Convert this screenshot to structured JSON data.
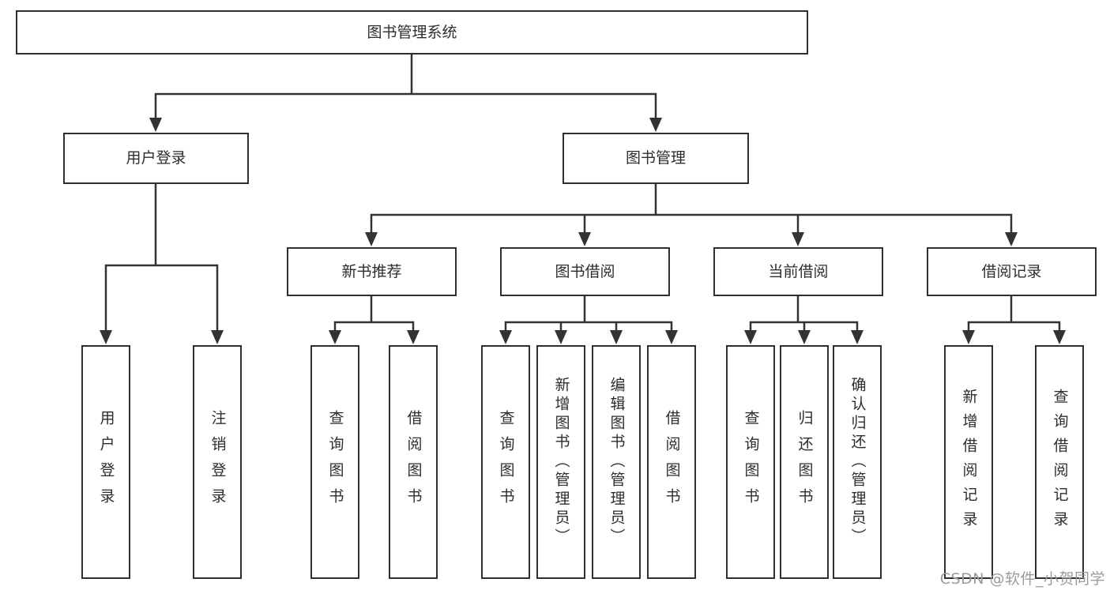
{
  "diagram": {
    "type": "tree",
    "root": {
      "label": "图书管理系统"
    },
    "branches": [
      {
        "label": "用户登录",
        "children": [
          {
            "label": "用户登录"
          },
          {
            "label": "注销登录"
          }
        ]
      },
      {
        "label": "图书管理",
        "children": [
          {
            "label": "新书推荐",
            "children": [
              {
                "label": "查询图书"
              },
              {
                "label": "借阅图书"
              }
            ]
          },
          {
            "label": "图书借阅",
            "children": [
              {
                "label": "查询图书"
              },
              {
                "label": "新增图书（管理员）"
              },
              {
                "label": "编辑图书（管理员）"
              },
              {
                "label": "借阅图书"
              }
            ]
          },
          {
            "label": "当前借阅",
            "children": [
              {
                "label": "查询图书"
              },
              {
                "label": "归还图书"
              },
              {
                "label": "确认归还（管理员）"
              }
            ]
          },
          {
            "label": "借阅记录",
            "children": [
              {
                "label": "新增借阅记录"
              },
              {
                "label": "查询借阅记录"
              }
            ]
          }
        ]
      }
    ],
    "colors": {
      "line": "#333333",
      "box_border": "#2e2e2e",
      "text": "#2d2d2d",
      "watermark": "#9b9b9b",
      "background": "#ffffff"
    },
    "watermark": "CSDN @软件_小贺同学"
  }
}
